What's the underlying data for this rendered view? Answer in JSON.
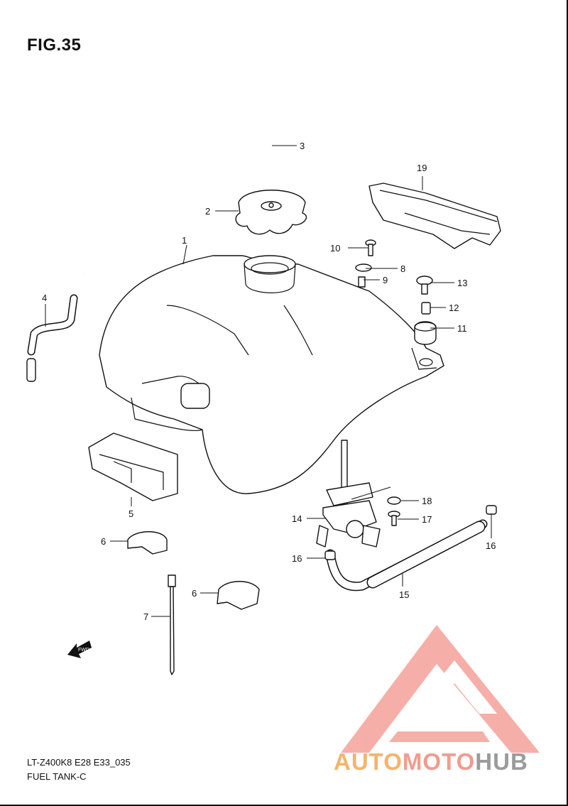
{
  "figure": {
    "title": "FIG.35",
    "code": "LT-Z400K8 E28 E33_035",
    "name": "FUEL TANK-C"
  },
  "watermark": {
    "part1": "AUTO",
    "part2": "MOTO",
    "part3": "HUB",
    "colors": {
      "auto": "#f6b36a",
      "moto": "#f39b8d",
      "hub": "#9b9b9b",
      "logo": "#f4a29a"
    }
  },
  "fwd_badge": "FWD",
  "callouts": [
    "1",
    "2",
    "3",
    "4",
    "5",
    "6",
    "6",
    "7",
    "8",
    "9",
    "10",
    "11",
    "12",
    "13",
    "14",
    "15",
    "16",
    "16",
    "17",
    "18",
    "19"
  ]
}
